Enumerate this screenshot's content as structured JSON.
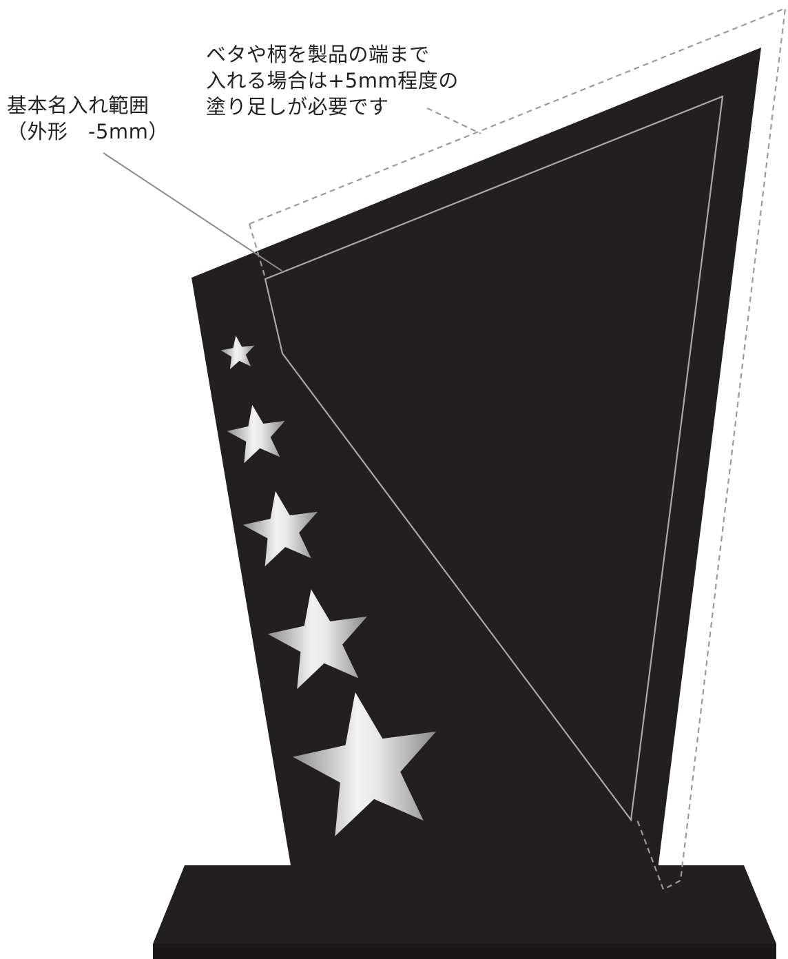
{
  "colors": {
    "trophy_body": "#231f20",
    "base": "#231f20",
    "base_shadow": "#111111",
    "safe_area_line": "#a9a9a9",
    "bleed_line": "#9a9a9a",
    "leader_line": "#8a8a8a",
    "star_silver_light": "#f2f2f2",
    "star_silver_dark": "#8c8c8c",
    "text": "#222222"
  },
  "annotations": {
    "bleed_note": {
      "line1": "ベタや柄を製品の端まで",
      "line2": "入れる場合は+5mm程度の",
      "line3": "塗り足しが必要です"
    },
    "safe_area_note": {
      "line1": "基本名入れ範囲",
      "line2": "（外形　-5mm）"
    }
  },
  "decoration": {
    "star_count": 5,
    "star_icon": "star-icon"
  }
}
